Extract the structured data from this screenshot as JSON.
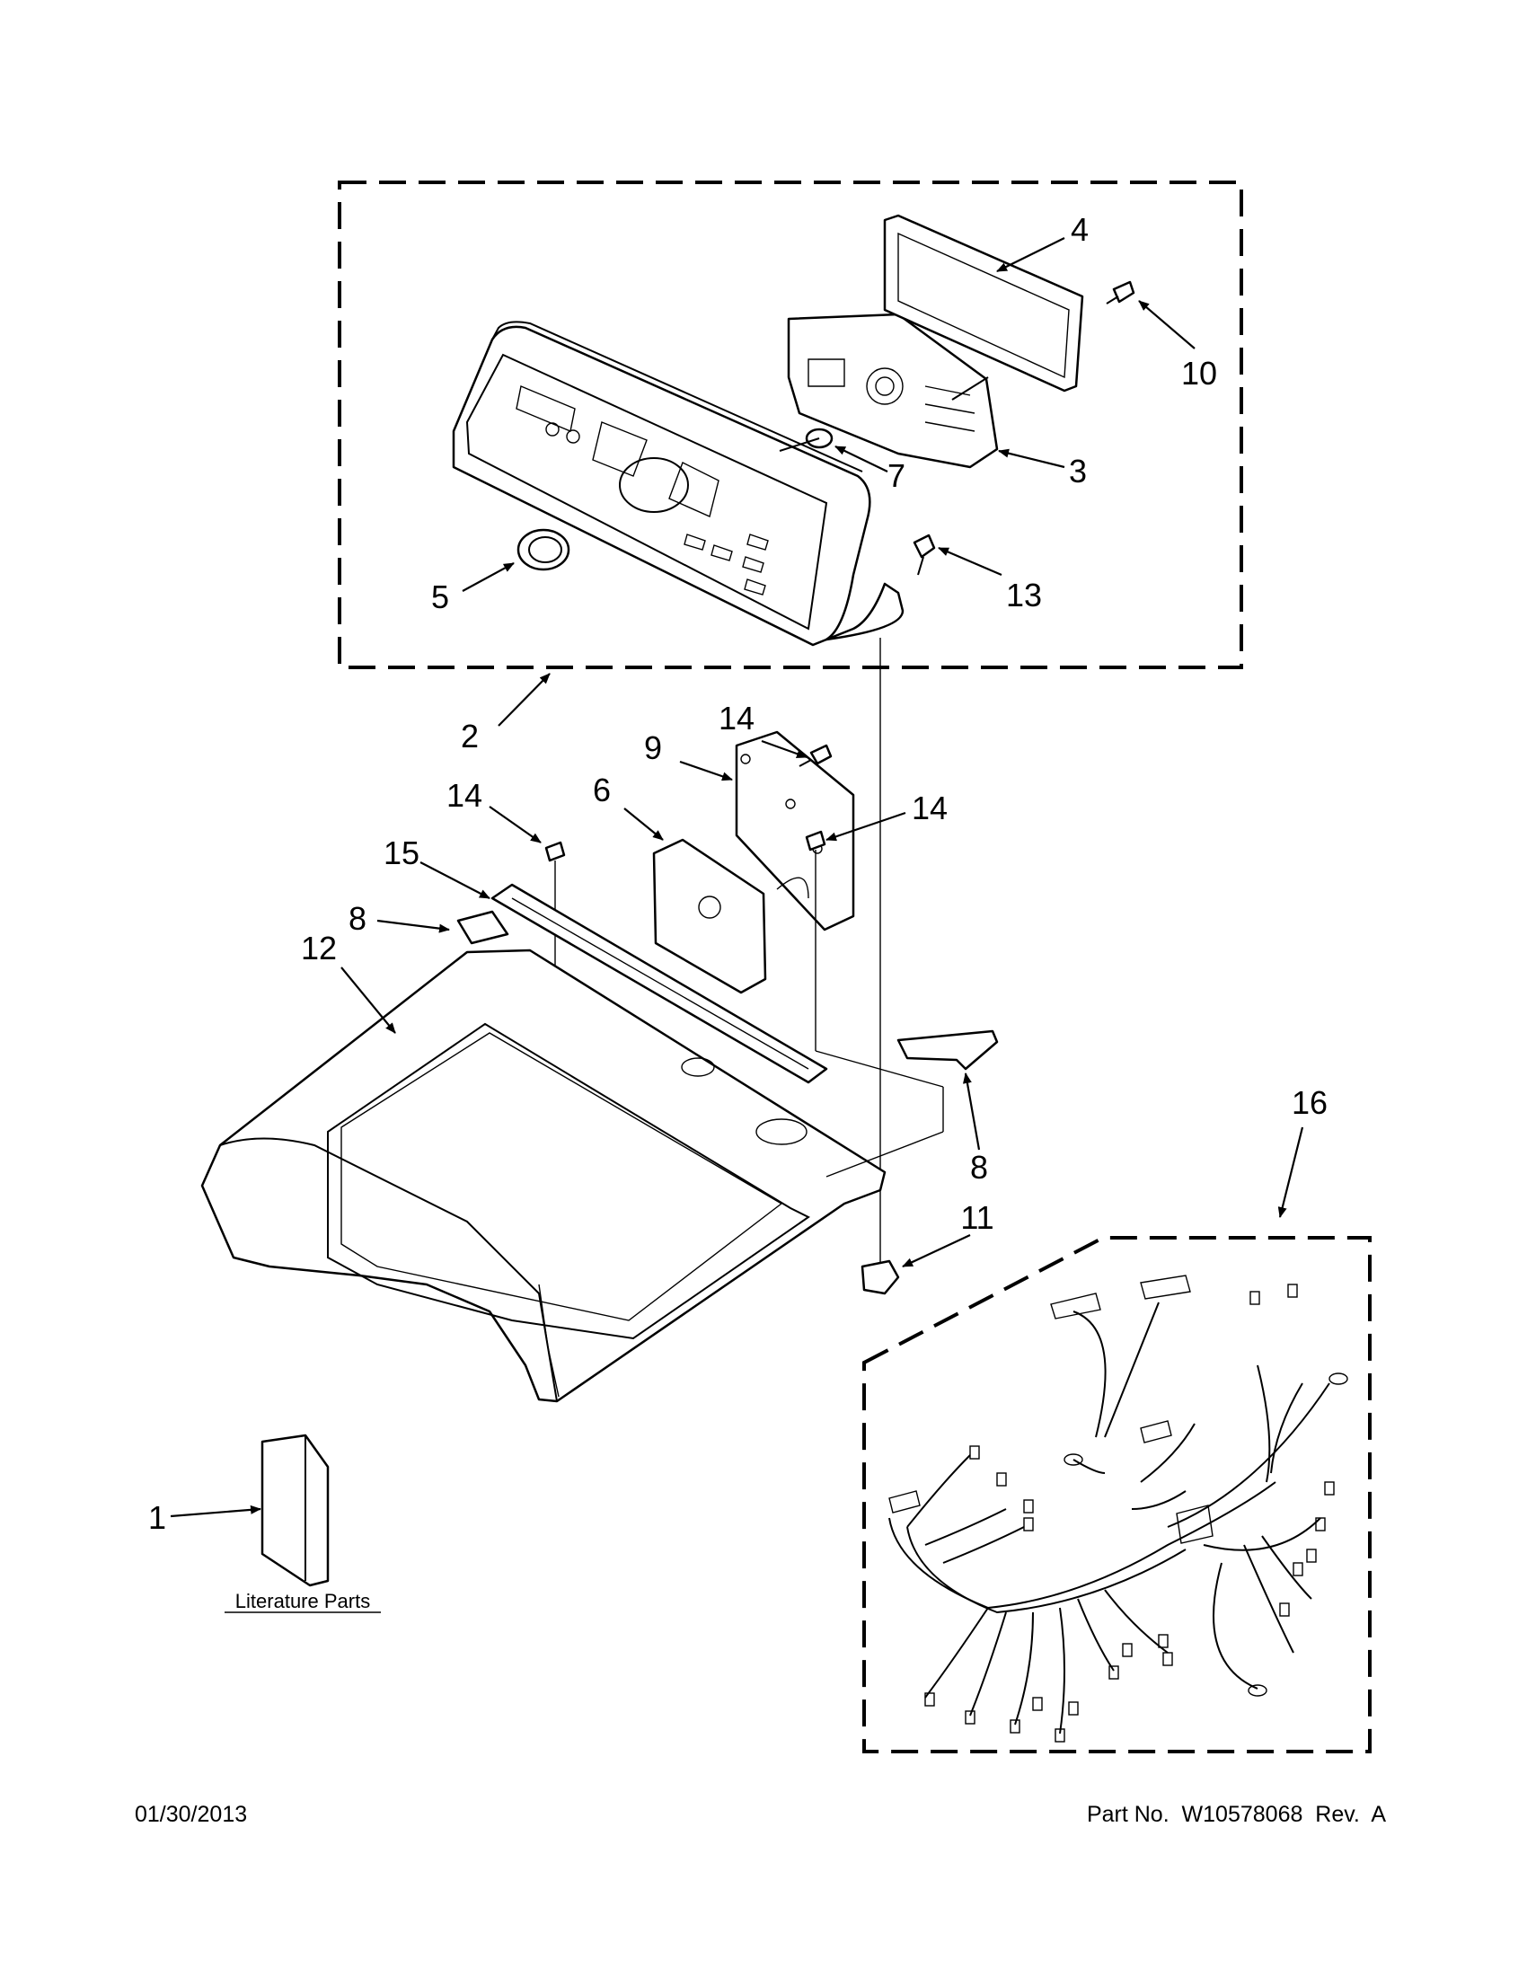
{
  "callouts": [
    {
      "id": "1",
      "label": "1"
    },
    {
      "id": "2",
      "label": "2"
    },
    {
      "id": "3",
      "label": "3"
    },
    {
      "id": "4",
      "label": "4"
    },
    {
      "id": "5",
      "label": "5"
    },
    {
      "id": "6",
      "label": "6"
    },
    {
      "id": "7",
      "label": "7"
    },
    {
      "id": "8a",
      "label": "8"
    },
    {
      "id": "8b",
      "label": "8"
    },
    {
      "id": "9",
      "label": "9"
    },
    {
      "id": "10",
      "label": "10"
    },
    {
      "id": "11",
      "label": "11"
    },
    {
      "id": "12",
      "label": "12"
    },
    {
      "id": "13",
      "label": "13"
    },
    {
      "id": "14a",
      "label": "14"
    },
    {
      "id": "14b",
      "label": "14"
    },
    {
      "id": "14c",
      "label": "14"
    },
    {
      "id": "15",
      "label": "15"
    },
    {
      "id": "16",
      "label": "16"
    }
  ],
  "literature_label": "Literature Parts",
  "footer": {
    "date": "01/30/2013",
    "part_number": "Part No.  W10578068  Rev.  A"
  }
}
